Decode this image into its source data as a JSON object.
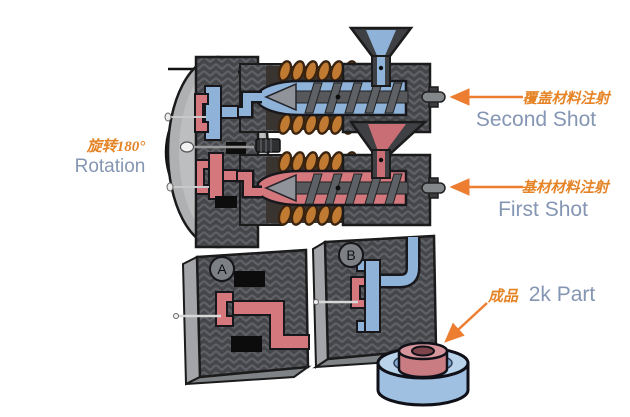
{
  "figure": {
    "description": "Two-shot (2K) injection molding process diagram"
  },
  "labels": {
    "rotation": {
      "zh": "旋转180°",
      "en": "Rotation"
    },
    "second_shot": {
      "zh": "覆盖材料注射",
      "en": "Second Shot"
    },
    "first_shot": {
      "zh": "基材材料注射",
      "en": "First Shot"
    },
    "finished_part": {
      "zh": "成品",
      "en": "2k Part"
    }
  },
  "molds": {
    "a_label": "A",
    "b_label": "B"
  },
  "colors": {
    "callout_orange": "#ED7D31",
    "label_blue_gray": "#8496B3",
    "material_blue": "#8FB2D8",
    "material_red": "#D4787E",
    "heater_coil_orange": "#C07A32",
    "mold_dark_gray": "#46474A",
    "platen_light_gray": "#AEB0B2"
  }
}
